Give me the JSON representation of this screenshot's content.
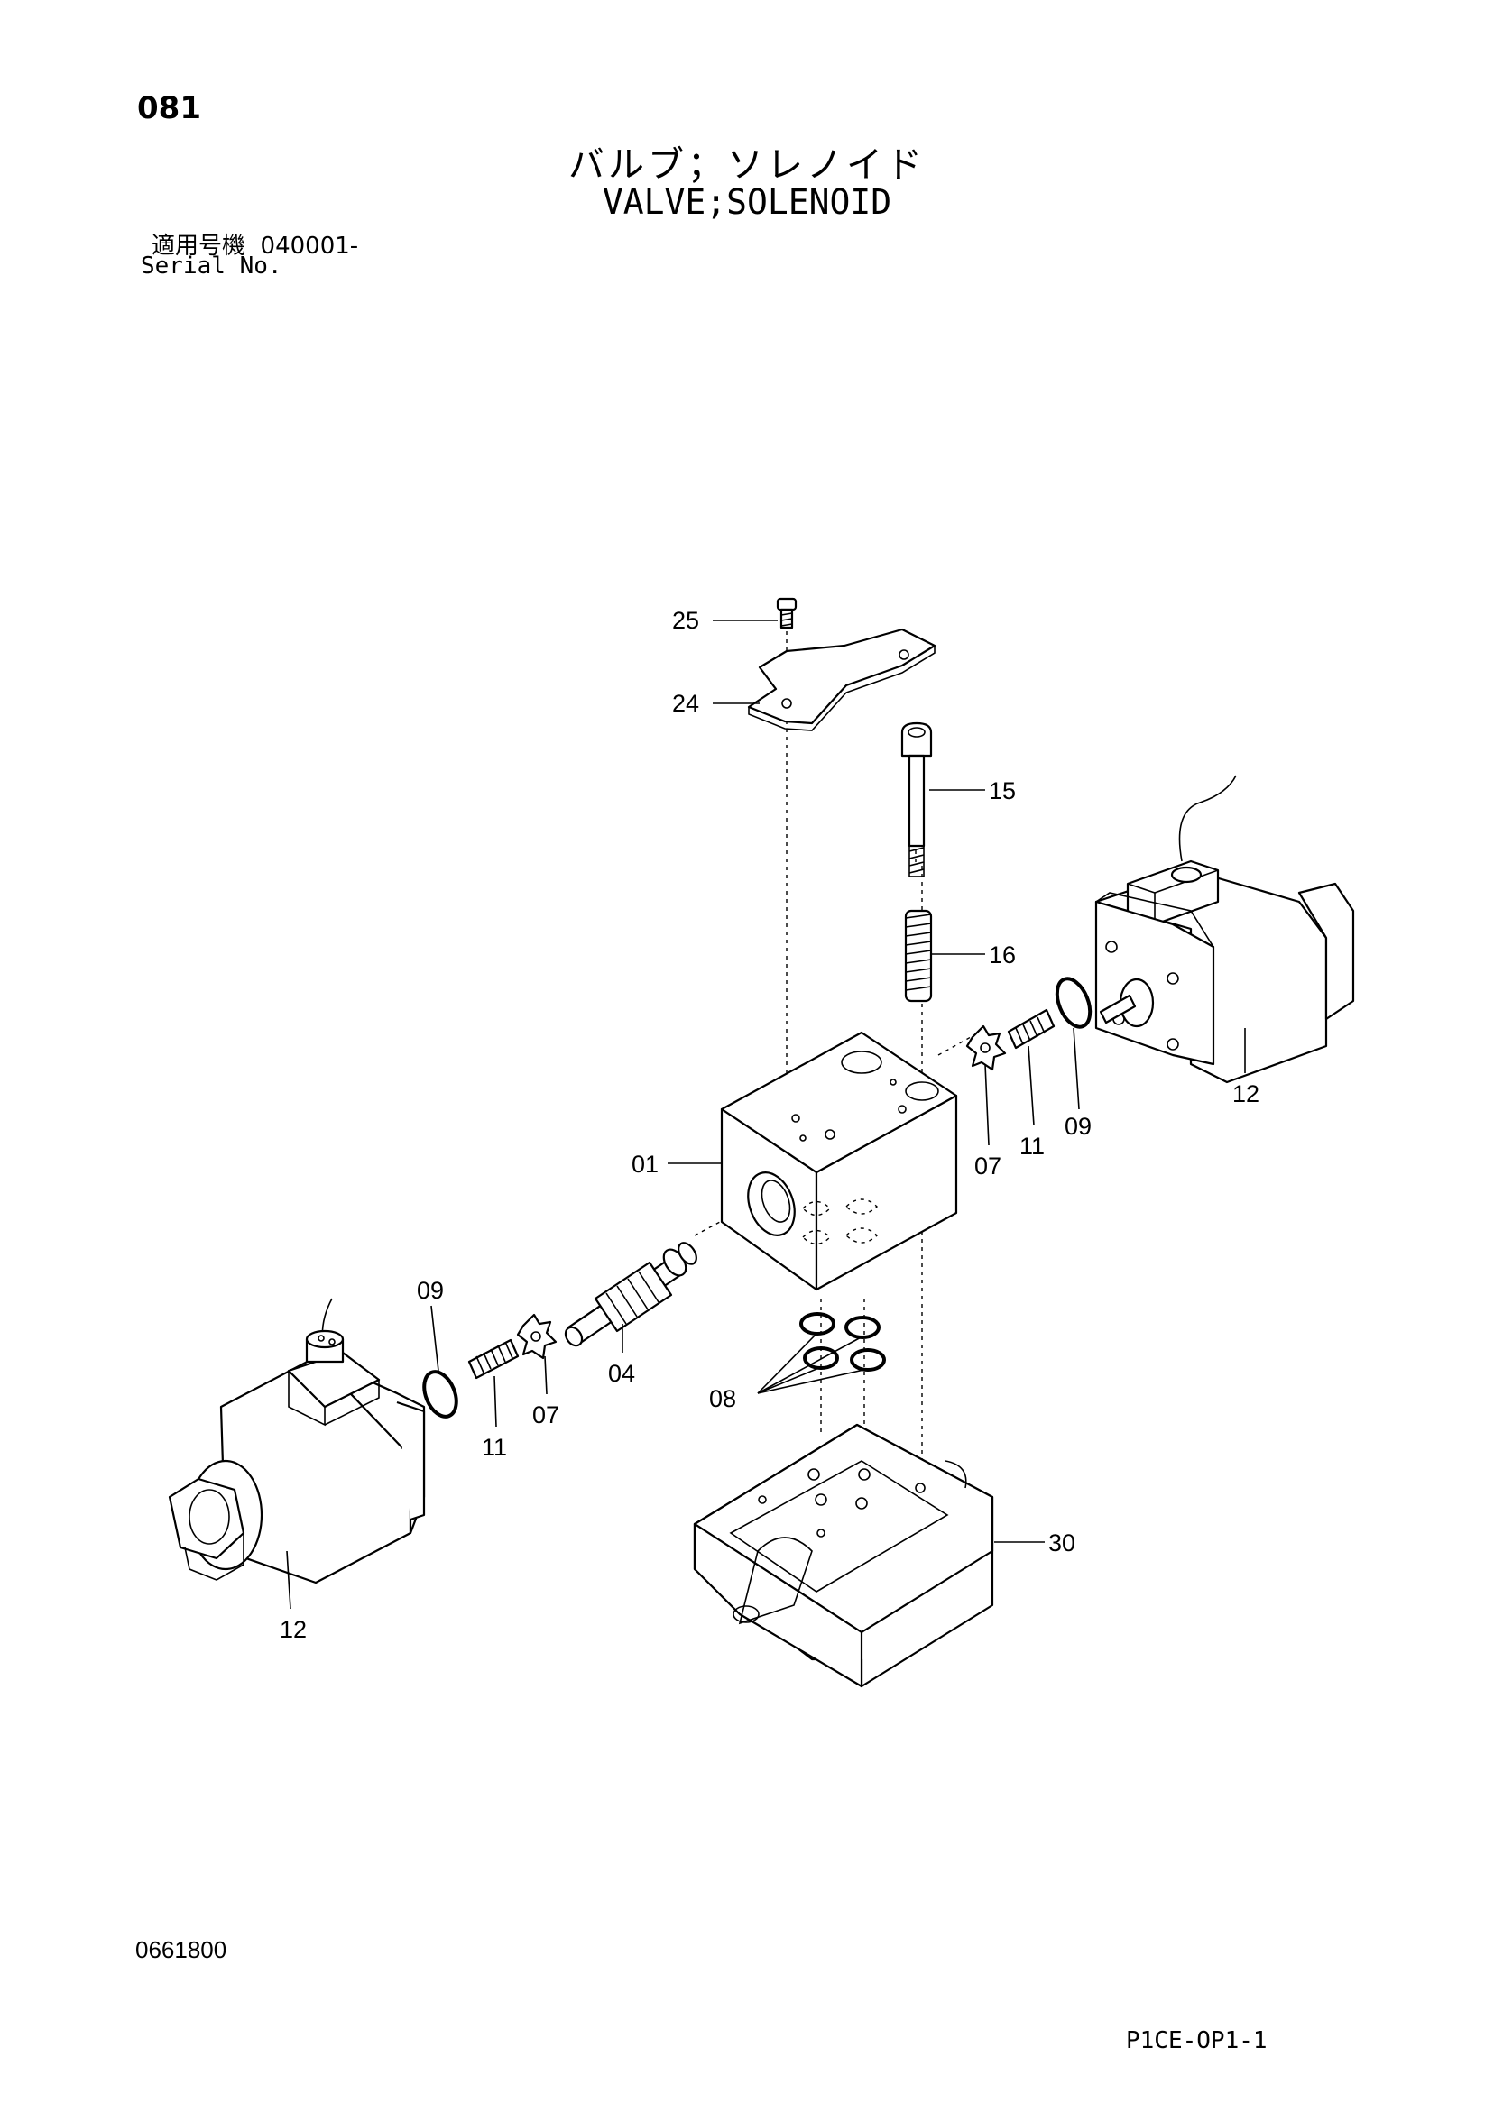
{
  "header": {
    "page_number": "081",
    "title_ja": "バルブ；ソレノイド",
    "title_en": "VALVE;SOLENOID",
    "serial_label_ja": "適用号機",
    "serial_value": "040001-",
    "serial_label_en": "Serial No."
  },
  "footer": {
    "drawing_number": "0661800",
    "page_code": "P1CE-OP1-1"
  },
  "callouts": {
    "c25": "25",
    "c24": "24",
    "c15": "15",
    "c16": "16",
    "c12_right": "12",
    "c09_right": "09",
    "c11_right": "11",
    "c07_right": "07",
    "c01": "01",
    "c09_left": "09",
    "c11_left": "11",
    "c07_left": "07",
    "c04": "04",
    "c08": "08",
    "c30": "30",
    "c12_left": "12"
  }
}
